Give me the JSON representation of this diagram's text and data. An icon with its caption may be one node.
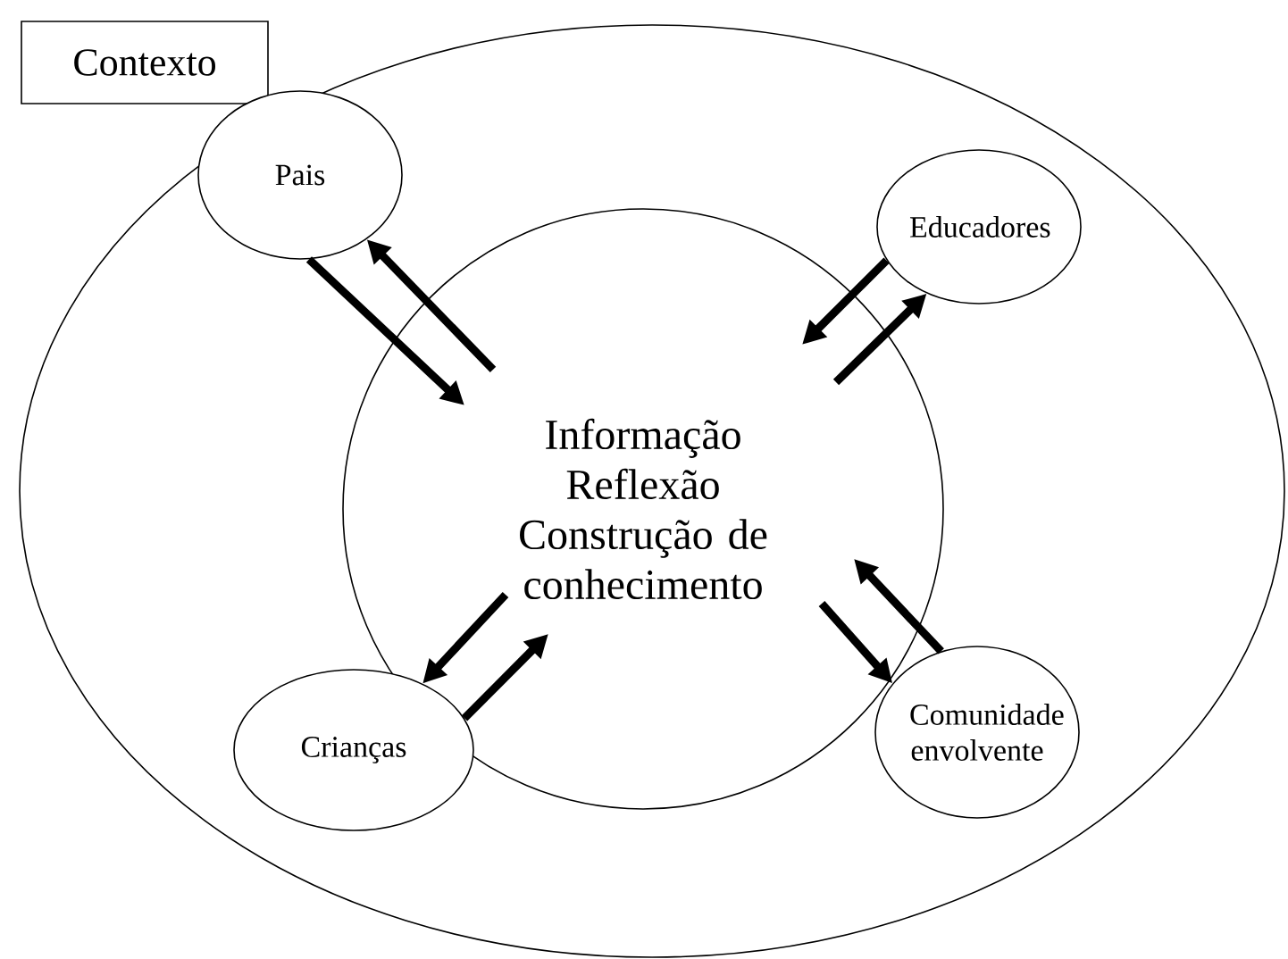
{
  "diagram": {
    "nodes": [
      {
        "text": [
          "Contexto"
        ]
      },
      {
        "text": [],
        "shape": "ellipse"
      },
      {
        "text": [
          "Informação Reflexão Construção de conhecimento"
        ],
        "in": 1
      },
      {
        "text": [
          "Pais"
        ],
        "in": 1
      },
      {
        "text": [
          "Educadores"
        ],
        "in": 1
      },
      {
        "text": [
          "Crianças"
        ],
        "in": 1
      },
      {
        "text": [
          "Comunidade envolvente"
        ],
        "in": 1
      }
    ],
    "edges": [
      {
        "from": 3,
        "to": 2,
        "arrow": "to"
      },
      {
        "from": 2,
        "to": 3,
        "arrow": "to"
      },
      {
        "from": 4,
        "to": 2,
        "arrow": "to"
      },
      {
        "from": 2,
        "to": 4,
        "arrow": "to"
      },
      {
        "from": 5,
        "to": 2,
        "arrow": "to"
      },
      {
        "from": 2,
        "to": 5,
        "arrow": "to"
      },
      {
        "from": 6,
        "to": 2,
        "arrow": "to"
      },
      {
        "from": 2,
        "to": 6,
        "arrow": "to"
      }
    ]
  }
}
